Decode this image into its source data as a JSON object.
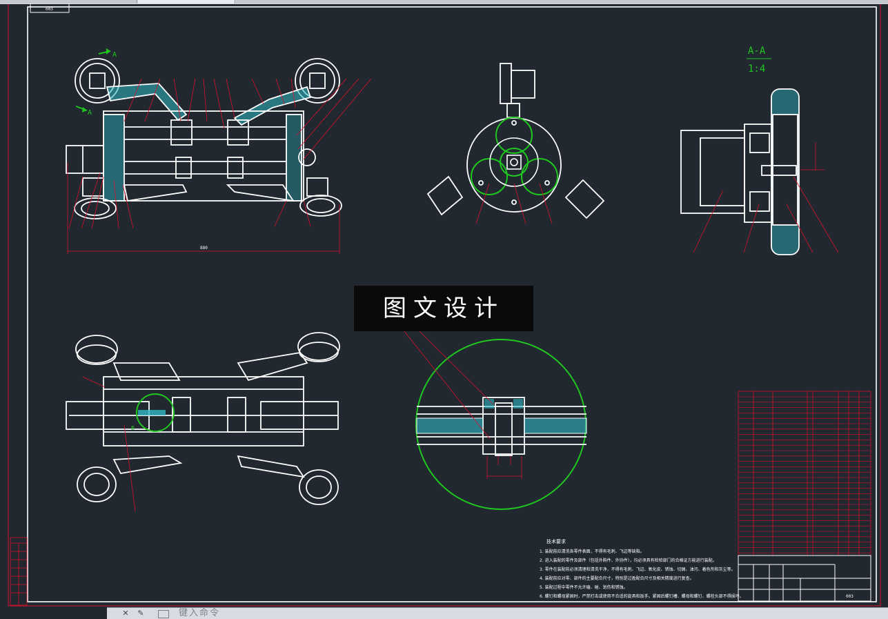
{
  "drawing": {
    "title_tab": "003",
    "section_label": "A-A",
    "scale_label": "1:4",
    "view_a_marker": "A",
    "detail_marker": "B",
    "dim_overall": "880",
    "drawing_number": "003"
  },
  "watermark": {
    "text": "图文设计"
  },
  "technical_requirements": {
    "heading": "技术要求",
    "lines": [
      "1. 装配前应清洗各零件表面，不得有毛刺、飞边等缺陷。",
      "2. 进入装配的零件及部件（包括外购件、外协件），均必须具有检验部门的合格证方能进行装配。",
      "3. 零件在装配前必须清理和清洗干净，不得有毛刺、飞边、氧化皮、锈蚀、切屑、油污、着色剂和灰尘等。",
      "4. 装配前应对零、部件的主要配合尺寸，特别是过盈配合尺寸及相关精度进行复查。",
      "5. 装配过程中零件不允许磕、碰、划伤和锈蚀。",
      "6. 螺钉和螺母紧固时，严禁打击或使用不合适的旋具和扳手。紧固后螺钉槽、螺母和螺钉、螺栓头部不得损坏。"
    ]
  },
  "command_bar": {
    "prompt": "键入命令"
  },
  "colors": {
    "background": "#212830",
    "linework": "#ffffff",
    "hatch": "#2fb8c4",
    "dimension": "#d8102a",
    "detail_circle": "#1fc71f",
    "title_grid": "#d8102a"
  }
}
